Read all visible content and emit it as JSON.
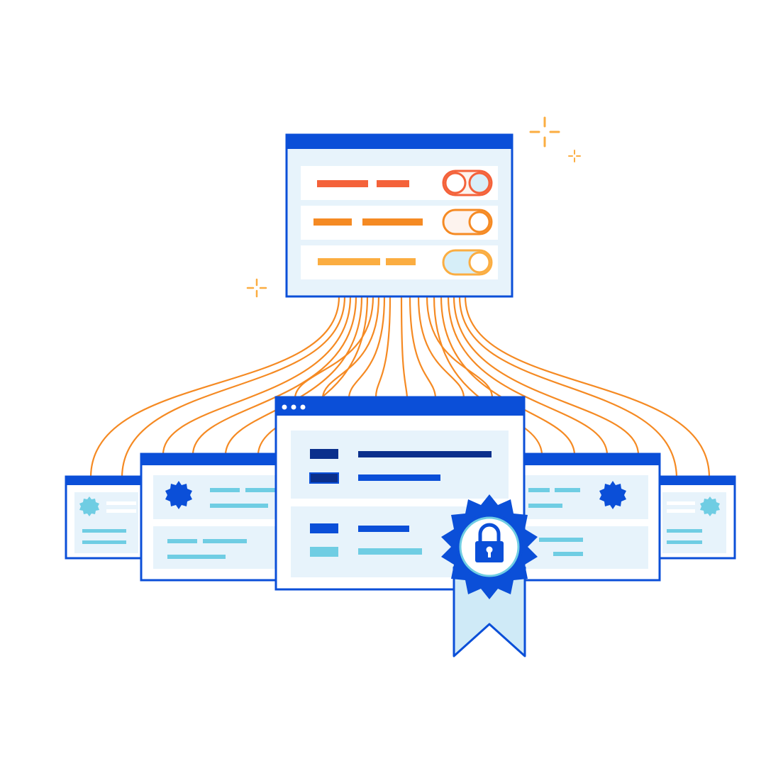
{
  "illustration": {
    "colors": {
      "frame_blue": "#0b4fd8",
      "light_panel": "#e7f3fb",
      "white": "#ffffff",
      "cyan": "#6fcde3",
      "navy": "#0a2f8c",
      "orange_red": "#f4623a",
      "orange": "#f58a23",
      "amber": "#fbad41",
      "wire_orange": "#f58a23",
      "ribbon_fill": "#cfeaf7"
    },
    "settings_window": {
      "toggles": [
        {
          "state": "on",
          "color": "#f4623a"
        },
        {
          "state": "on",
          "color": "#f58a23"
        },
        {
          "state": "on",
          "color": "#fbad41"
        }
      ]
    },
    "certificate_badge": {
      "icon": "padlock-icon"
    },
    "sparkle_icons": [
      "sparkle-icon",
      "sparkle-icon",
      "sparkle-icon"
    ]
  }
}
